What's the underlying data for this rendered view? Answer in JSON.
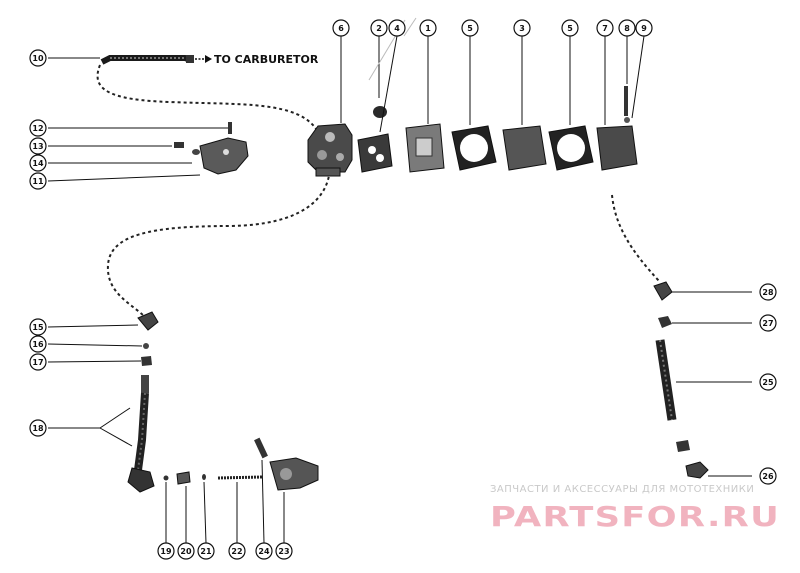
{
  "diagram": {
    "note": "TO CARBURETOR",
    "callouts": [
      "1",
      "2",
      "3",
      "4",
      "5",
      "5",
      "6",
      "7",
      "8",
      "9",
      "10",
      "11",
      "12",
      "13",
      "14",
      "15",
      "16",
      "17",
      "18",
      "19",
      "20",
      "21",
      "22",
      "23",
      "24",
      "25",
      "26",
      "27",
      "28"
    ]
  },
  "watermark": {
    "line1": "ЗАПЧАСТИ И АКСЕССУАРЫ ДЛЯ МОТОТЕХНИКИ",
    "line2": "PARTSFOR.RU"
  },
  "colors": {
    "ink": "#111111",
    "part_fill": "#5a5a5a",
    "watermark": "#f1b3bf"
  }
}
